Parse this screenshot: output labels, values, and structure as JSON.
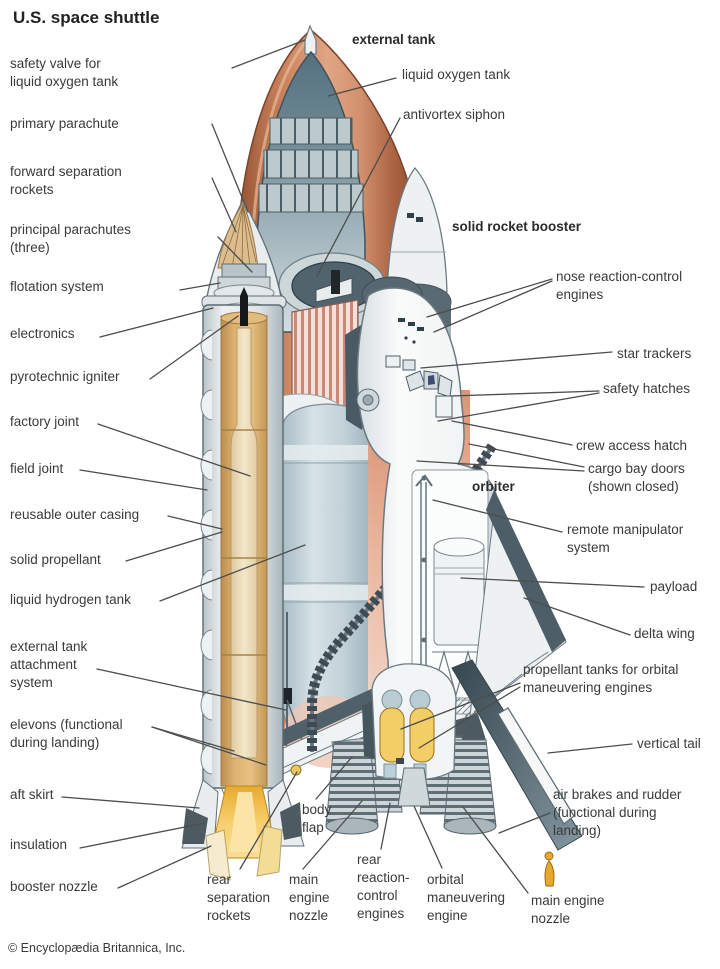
{
  "title": "U.S. space shuttle",
  "credit": "© Encyclopædia Britannica, Inc.",
  "labels": {
    "safety_valve": "safety valve for\nliquid oxygen tank",
    "primary_parachute": "primary parachute",
    "forward_separation_rockets": "forward separation\nrockets",
    "principal_parachutes": "principal parachutes\n(three)",
    "flotation_system": "flotation system",
    "electronics": "electronics",
    "pyrotechnic_igniter": "pyrotechnic igniter",
    "factory_joint": "factory joint",
    "field_joint": "field joint",
    "reusable_outer_casing": "reusable outer casing",
    "solid_propellant": "solid propellant",
    "liquid_hydrogen_tank": "liquid hydrogen tank",
    "external_tank_attachment_system": "external tank\nattachment\nsystem",
    "elevons": "elevons (functional\nduring landing)",
    "aft_skirt": "aft skirt",
    "insulation": "insulation",
    "booster_nozzle": "booster nozzle",
    "external_tank": "external tank",
    "liquid_oxygen_tank": "liquid oxygen tank",
    "antivortex_siphon": "antivortex siphon",
    "solid_rocket_booster": "solid rocket booster",
    "nose_reaction_control_engines": "nose reaction-control\nengines",
    "star_trackers": "star trackers",
    "safety_hatches": "safety hatches",
    "crew_access_hatch": "crew access hatch",
    "cargo_bay_doors": "cargo bay doors\n(shown closed)",
    "orbiter": "orbiter",
    "remote_manipulator_system": "remote manipulator\nsystem",
    "payload": "payload",
    "delta_wing": "delta wing",
    "propellant_tanks_oms": "propellant tanks for orbital\nmaneuvering engines",
    "vertical_tail": "vertical tail",
    "air_brakes_rudder": "air brakes and rudder\n(functional during\nlanding)",
    "body_flap": "body\nflap",
    "rear_separation_rockets": "rear\nseparation\nrockets",
    "main_engine_nozzle_bottom": "main\nengine\nnozzle",
    "rear_reaction_control_engines": "rear\nreaction-\ncontrol\nengines",
    "orbital_maneuvering_engine": "orbital\nmaneuvering\nengine",
    "main_engine_nozzle_right": "main engine\nnozzle"
  },
  "colors": {
    "external_tank_orange": "#cf8a64",
    "lox_tank_slate": "#6e8895",
    "solid_propellant_gold": "#dfb272",
    "lh2_tank_blue": "#c9d7dc",
    "oms_tank_yellow": "#f3cd66",
    "label_text": "#3a3a3a"
  }
}
